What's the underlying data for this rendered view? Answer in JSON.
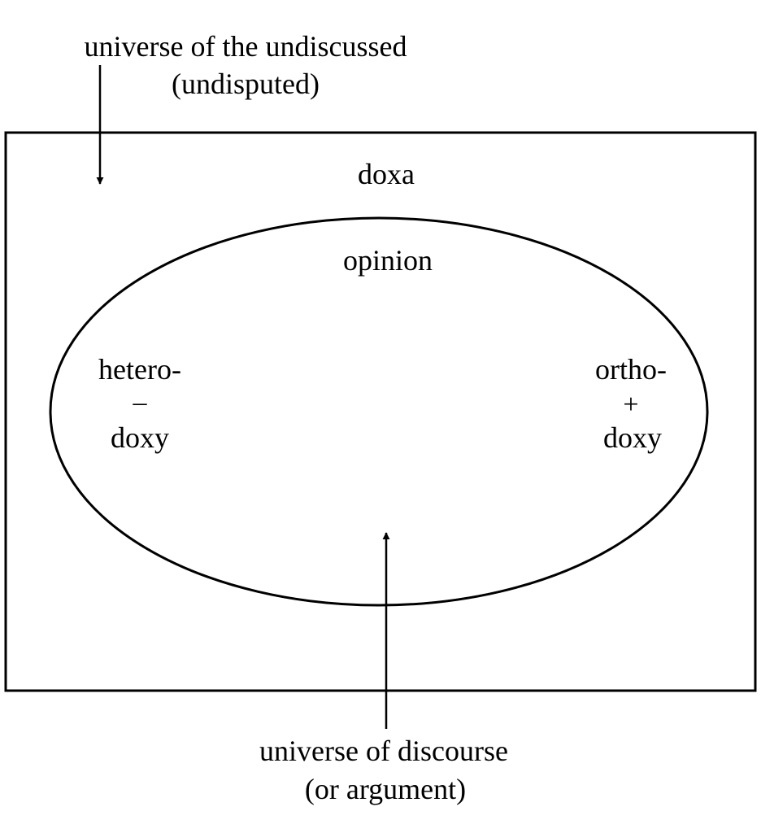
{
  "colors": {
    "ink": "#000000",
    "background": "#ffffff"
  },
  "labels": {
    "undiscussed_line1": "universe of the undiscussed",
    "undiscussed_line2": "(undisputed)",
    "doxa": "doxa",
    "opinion": "opinion",
    "heterodoxy_prefix": "hetero-",
    "heterodoxy_sign": "–",
    "heterodoxy_suffix": "doxy",
    "orthodoxy_prefix": "ortho-",
    "orthodoxy_sign": "+",
    "orthodoxy_suffix": "doxy",
    "discourse_line1": "universe of discourse",
    "discourse_line2": "(or argument)"
  },
  "arrows": [
    {
      "name": "arrow-to-undiscussed",
      "direction": "down",
      "from": "undiscussed-label",
      "to": "doxa-region"
    },
    {
      "name": "arrow-to-discourse",
      "direction": "up",
      "from": "discourse-label",
      "to": "opinion-region"
    }
  ]
}
